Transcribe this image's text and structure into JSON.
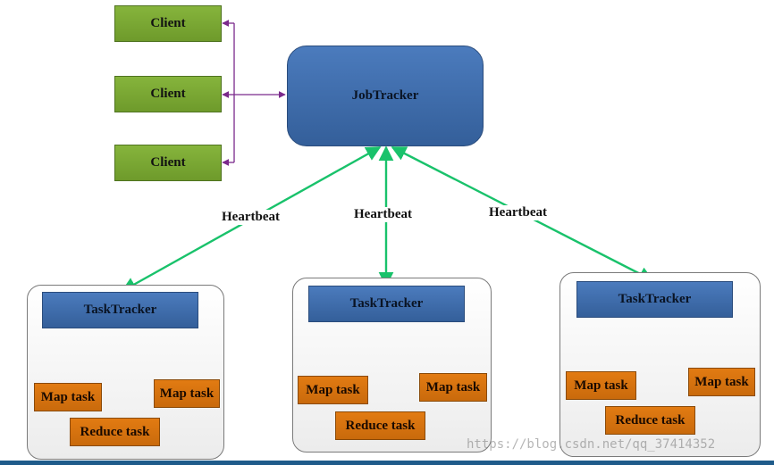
{
  "clients": [
    "Client",
    "Client",
    "Client"
  ],
  "job_tracker": "JobTracker",
  "heartbeat_labels": [
    "Heartbeat",
    "Heartbeat",
    "Heartbeat"
  ],
  "task_trackers": [
    {
      "tracker": "TaskTracker",
      "map_tasks": [
        "Map task",
        "Map task"
      ],
      "reduce_task": "Reduce task"
    },
    {
      "tracker": "TaskTracker",
      "map_tasks": [
        "Map task",
        "Map task"
      ],
      "reduce_task": "Reduce task"
    },
    {
      "tracker": "TaskTracker",
      "map_tasks": [
        "Map task",
        "Map task"
      ],
      "reduce_task": "Reduce task"
    }
  ],
  "watermark": "https://blog.csdn.net/qq_37414352",
  "colors": {
    "client": "#78a534",
    "tracker": "#3f6daa",
    "task": "#d6720f",
    "heartbeat_arrow": "#19c26b",
    "client_arrow": "#7b2a8c",
    "task_arrow": "#555555"
  }
}
